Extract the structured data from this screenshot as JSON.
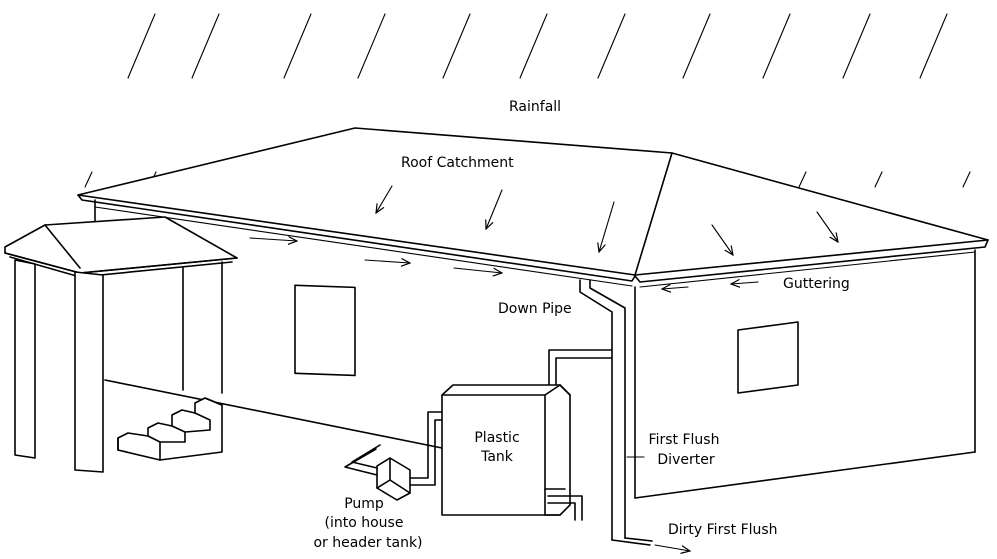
{
  "diagram": {
    "labels": {
      "rainfall": "Rainfall",
      "roof_catchment": "Roof Catchment",
      "guttering": "Guttering",
      "down_pipe": "Down Pipe",
      "plastic_tank_line1": "Plastic",
      "plastic_tank_line2": "Tank",
      "first_flush_line1": "First Flush",
      "first_flush_line2": "Diverter",
      "pump_line1": "Pump",
      "pump_line2": "(into house",
      "pump_line3": "or header tank)",
      "dirty_first_flush": "Dirty First Flush"
    },
    "colors": {
      "ink": "#000000",
      "paper": "#ffffff"
    }
  }
}
